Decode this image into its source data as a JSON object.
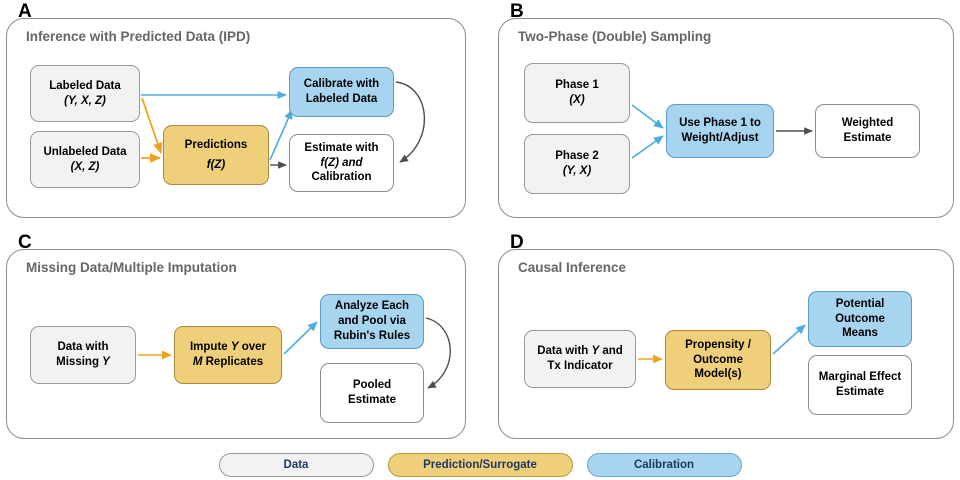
{
  "figure": {
    "panels": [
      {
        "letter": "A",
        "title": "Inference with Predicted Data (IPD)",
        "nodes": [
          {
            "id": "a-labeled",
            "type": "data",
            "line1": "Labeled Data",
            "line2": "(Y, X, Z)"
          },
          {
            "id": "a-unlabeled",
            "type": "data",
            "line1": "Unlabeled Data",
            "line2": "(X, Z)"
          },
          {
            "id": "a-pred",
            "type": "pred",
            "line1": "Predictions",
            "line2": "f(Z)"
          },
          {
            "id": "a-calib",
            "type": "calib",
            "line1": "Calibrate with",
            "line2": "Labeled Data"
          },
          {
            "id": "a-estimate",
            "type": "white",
            "line1": "Estimate with",
            "line2": "f(Z) and",
            "line3": "Calibration"
          }
        ]
      },
      {
        "letter": "B",
        "title": "Two-Phase (Double) Sampling",
        "nodes": [
          {
            "id": "b-phase1",
            "type": "data",
            "line1": "Phase 1",
            "line2": "(X)"
          },
          {
            "id": "b-phase2",
            "type": "data",
            "line1": "Phase 2",
            "line2": "(Y, X)"
          },
          {
            "id": "b-weight",
            "type": "calib",
            "line1": "Use Phase 1 to",
            "line2": "Weight/Adjust"
          },
          {
            "id": "b-estimate",
            "type": "white",
            "line1": "Weighted",
            "line2": "Estimate"
          }
        ]
      },
      {
        "letter": "C",
        "title": "Missing Data/Multiple Imputation",
        "nodes": [
          {
            "id": "c-data",
            "type": "data",
            "line1": "Data with",
            "line2": "Missing Y"
          },
          {
            "id": "c-impute",
            "type": "pred",
            "line1": "Impute Y over",
            "line2": "M Replicates"
          },
          {
            "id": "c-analyze",
            "type": "calib",
            "line1": "Analyze Each",
            "line2": "and Pool via",
            "line3": "Rubin's Rules"
          },
          {
            "id": "c-pooled",
            "type": "white",
            "line1": "Pooled",
            "line2": "Estimate"
          }
        ]
      },
      {
        "letter": "D",
        "title": "Causal Inference",
        "nodes": [
          {
            "id": "d-data",
            "type": "data",
            "line1": "Data with Y and",
            "line2": "Tx Indicator"
          },
          {
            "id": "d-model",
            "type": "pred",
            "line1": "Propensity /",
            "line2": "Outcome",
            "line3": "Model(s)"
          },
          {
            "id": "d-potential",
            "type": "calib",
            "line1": "Potential",
            "line2": "Outcome",
            "line3": "Means"
          },
          {
            "id": "d-marginal",
            "type": "white",
            "line1": "Marginal Effect",
            "line2": "Estimate"
          }
        ]
      }
    ]
  },
  "legend": {
    "items": [
      {
        "label": "Data",
        "color": "#f2f2f2"
      },
      {
        "label": "Prediction/Surrogate",
        "color": "#efcf79"
      },
      {
        "label": "Calibration",
        "color": "#a7d4ef"
      }
    ]
  },
  "colors": {
    "data": "#f2f2f2",
    "prediction": "#efcf79",
    "calibration": "#a7d4ef",
    "arrow_blue": "#4aaee0",
    "arrow_orange": "#efa31d",
    "arrow_gray": "#4d4d4d",
    "panel_border": "#8c8c8c",
    "panel_title": "#666666",
    "legend_text": "#1f3864"
  }
}
